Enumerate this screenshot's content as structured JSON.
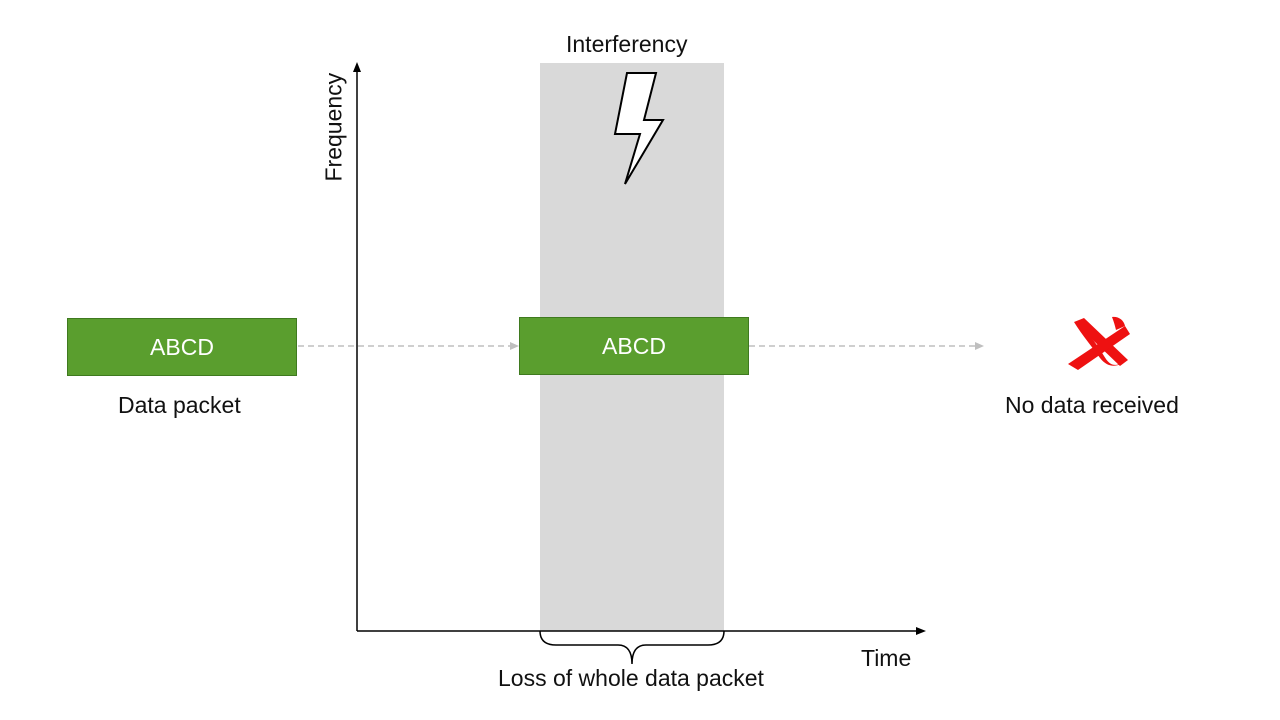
{
  "diagram": {
    "interference_label": "Interferency",
    "y_axis_label": "Frequency",
    "x_axis_label": "Time",
    "source_packet": {
      "text": "ABCD",
      "caption": "Data packet"
    },
    "interfered_packet": {
      "text": "ABCD"
    },
    "loss_label": "Loss of whole data packet",
    "result_label": "No data received",
    "colors": {
      "packet_fill": "#5a9e2e",
      "interference_zone": "#d9d9d9",
      "fail_mark": "#ee1111",
      "dashed_arrow": "#bfbfbf"
    },
    "icons": {
      "interference": "lightning-bolt-icon",
      "result": "red-x-icon"
    }
  }
}
